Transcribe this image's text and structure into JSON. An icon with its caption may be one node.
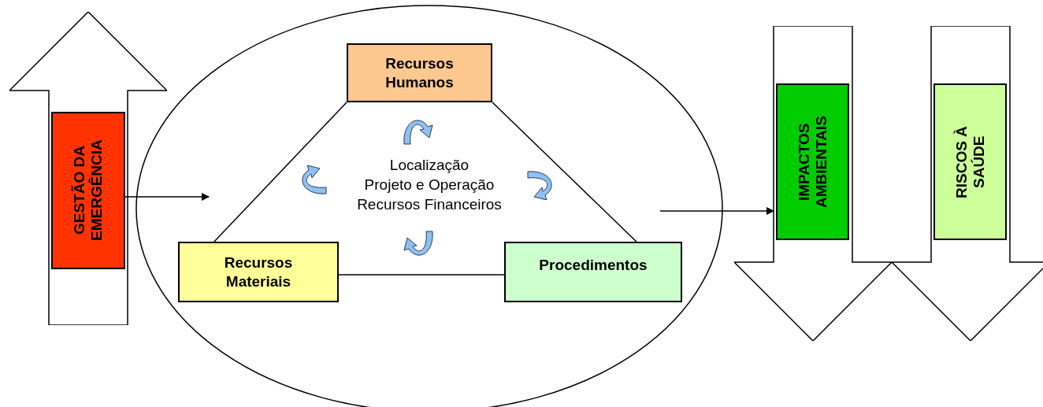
{
  "diagram": {
    "nodes": [
      {
        "text": [],
        "shape": "arrow"
      },
      {
        "text": [
          "GESTÃO DA EMERGÊNCIA"
        ],
        "in": 0
      },
      {
        "text": [],
        "shape": "ellipse"
      },
      {
        "text": [
          "Recursos Humanos"
        ],
        "in": 2
      },
      {
        "text": [
          "Recursos Materiais"
        ],
        "in": 2
      },
      {
        "text": [
          "Procedimentos"
        ],
        "in": 2
      },
      {
        "text": [],
        "shape": "arrow"
      },
      {
        "text": [
          "IMPACTOS AMBIENTAIS"
        ],
        "in": 6
      },
      {
        "text": [],
        "shape": "arrow"
      },
      {
        "text": [
          "RISCOS À SAÚDE"
        ],
        "in": 8
      }
    ],
    "edges": [
      {
        "from": 1,
        "to": null,
        "arrow": "to"
      },
      {
        "from": null,
        "to": 6,
        "arrow": "to"
      },
      {
        "from": 3,
        "to": 4,
        "arrow": "none"
      },
      {
        "from": 4,
        "to": 5,
        "arrow": "none"
      },
      {
        "from": 5,
        "to": 3,
        "arrow": "none"
      }
    ],
    "labels": [
      "Localização",
      "Projeto e Operação",
      "Recursos Financeiros"
    ]
  }
}
